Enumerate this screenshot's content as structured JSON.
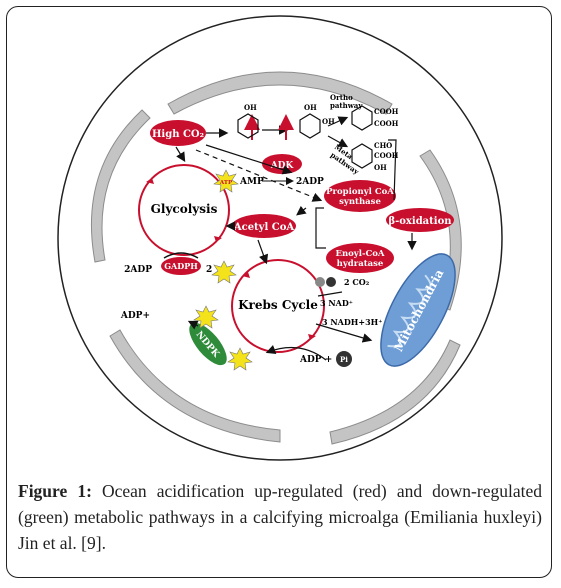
{
  "labels": {
    "high_co2": "High CO₂",
    "adk": "ADK",
    "amp": "AMP",
    "two_adp_top": "2ADP",
    "atp": "ATP",
    "glycolysis": "Glycolysis",
    "acetyl_coa": "Acetyl CoA",
    "propionyl": "Propionyl CoA",
    "synthase": "synthase",
    "beta_ox": "β-oxidation",
    "enoyl": "Enoyl-CoA",
    "hydratase": "hydratase",
    "gadph": "GADPH",
    "two_adp_left": "2ADP",
    "two": "2",
    "co2": "2 CO₂",
    "krebs": "Krebs Cycle",
    "nad": "3 NAD⁺",
    "nadh": "3 NADH+3H⁺",
    "mito": "Mitochondria",
    "adp_plus": "ADP+",
    "ndpk": "NDPK",
    "adp_pi": "ADP +",
    "pi": "Pi",
    "ortho": "Ortho",
    "ortho2": "pathway",
    "meta": "Meta",
    "meta2": "pathway",
    "cooh1": "COOH",
    "cooh2": "COOH",
    "cho": "CHO",
    "cooh3": "COOH",
    "oh_a": "OH",
    "oh_b": "OH",
    "oh_c": "OH",
    "oh_d": "OH"
  },
  "caption": {
    "figure_label": "Figure 1:",
    "text": " Ocean acidification up-regulated (red) and down-regulated (green) metabolic pathways in a calcifying microalga (Emiliania huxleyi) Jin et al. [9]."
  },
  "colors": {
    "up": "#c8102e",
    "down": "#2e8b3a",
    "membrane": "#bdbdbd",
    "mito": "#6f9ed6",
    "atp": "#f4e21a"
  }
}
